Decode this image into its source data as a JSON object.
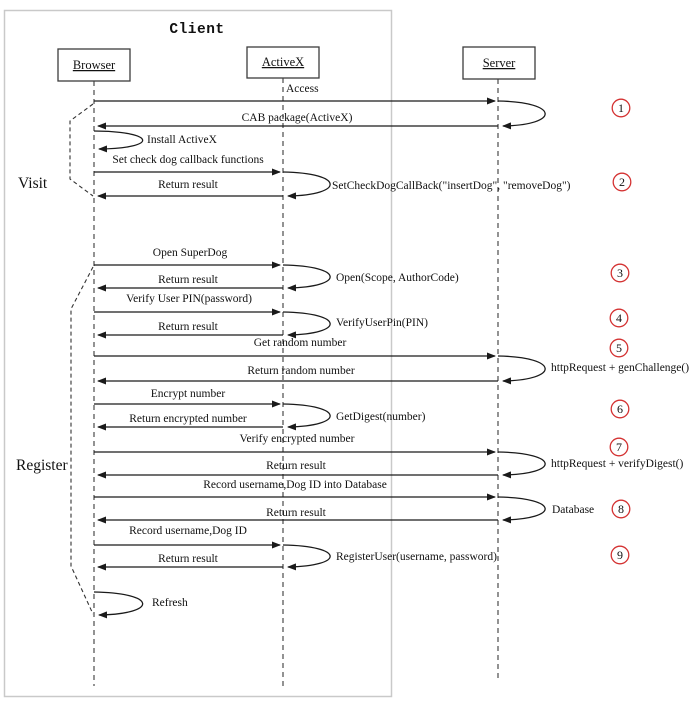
{
  "title": "Client",
  "phases": [
    {
      "label": "Visit"
    },
    {
      "label": "Register"
    }
  ],
  "actors": [
    {
      "name": "Browser"
    },
    {
      "name": "ActiveX"
    },
    {
      "name": "Server"
    }
  ],
  "steps": [
    {
      "num": "1"
    },
    {
      "num": "2"
    },
    {
      "num": "3"
    },
    {
      "num": "4"
    },
    {
      "num": "5"
    },
    {
      "num": "6"
    },
    {
      "num": "7"
    },
    {
      "num": "8"
    },
    {
      "num": "9"
    }
  ],
  "messages": [
    {
      "label": "Access"
    },
    {
      "label": "CAB package(ActiveX)"
    },
    {
      "label": "Install ActiveX"
    },
    {
      "label": "Set check dog callback functions"
    },
    {
      "label": "SetCheckDogCallBack(\"insertDog\", \"removeDog\")"
    },
    {
      "label": "Return result"
    },
    {
      "label": "Open SuperDog"
    },
    {
      "label": "Open(Scope, AuthorCode)"
    },
    {
      "label": "Return result"
    },
    {
      "label": "Verify User PIN(password)"
    },
    {
      "label": "VerifyUserPin(PIN)"
    },
    {
      "label": "Return result"
    },
    {
      "label": "Get random number"
    },
    {
      "label": "httpRequest + genChallenge()"
    },
    {
      "label": "Return random number"
    },
    {
      "label": "Encrypt number"
    },
    {
      "label": "GetDigest(number)"
    },
    {
      "label": "Return encrypted number"
    },
    {
      "label": "Verify encrypted number"
    },
    {
      "label": "httpRequest + verifyDigest()"
    },
    {
      "label": "Return result"
    },
    {
      "label": "Record username,Dog ID into Database"
    },
    {
      "label": "Database"
    },
    {
      "label": "Return result"
    },
    {
      "label": "Record username,Dog ID"
    },
    {
      "label": "RegisterUser(username, password)"
    },
    {
      "label": "Return result"
    },
    {
      "label": "Refresh"
    }
  ],
  "colors": {
    "line": "#1a1a1a",
    "lifeline": "#808080",
    "frame": "#c9c9c9",
    "step_circle": "#d43232"
  }
}
